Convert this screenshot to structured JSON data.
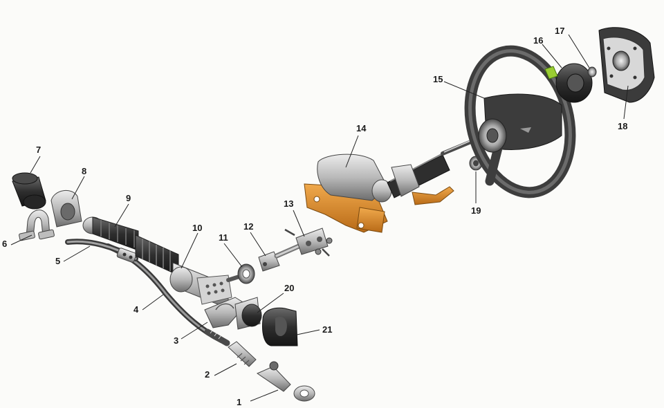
{
  "parts": [
    {
      "number": "1"
    },
    {
      "number": "2"
    },
    {
      "number": "3"
    },
    {
      "number": "4"
    },
    {
      "number": "5"
    },
    {
      "number": "6"
    },
    {
      "number": "7"
    },
    {
      "number": "8"
    },
    {
      "number": "9"
    },
    {
      "number": "10"
    },
    {
      "number": "11"
    },
    {
      "number": "12"
    },
    {
      "number": "13"
    },
    {
      "number": "14"
    },
    {
      "number": "15"
    },
    {
      "number": "16"
    },
    {
      "number": "17"
    },
    {
      "number": "18"
    },
    {
      "number": "19"
    },
    {
      "number": "20"
    },
    {
      "number": "21"
    }
  ],
  "colors": {
    "background": "#fbfbf9",
    "metal_light": "#cfcfcf",
    "metal_dark": "#555555",
    "rubber": "#2b2b2b",
    "bracket_orange": "#d98a2b",
    "leader_line": "#222222"
  }
}
